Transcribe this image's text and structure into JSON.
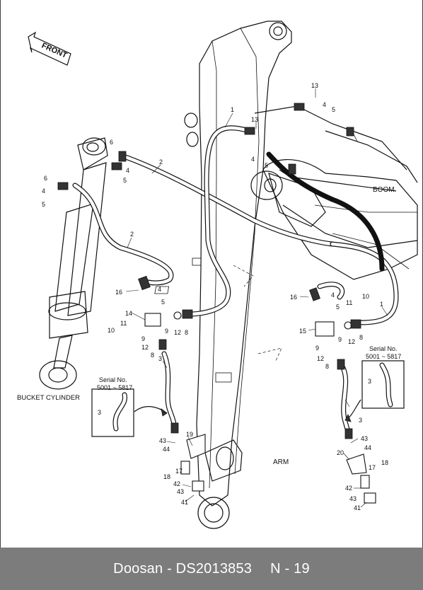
{
  "front_arrow": {
    "label": "FRONT"
  },
  "component_labels": {
    "boom": "BOOM",
    "arm": "ARM",
    "bucket_cylinder": "BUCKET CYLINDER"
  },
  "serial_boxes": [
    {
      "line1": "Serial No.",
      "line2": "5001 ~ 5817",
      "part": "3"
    },
    {
      "line1": "Serial No.",
      "line2": "5001 ~ 5817",
      "part": "3"
    }
  ],
  "part_callouts": [
    {
      "text": "1"
    },
    {
      "text": "1"
    },
    {
      "text": "2"
    },
    {
      "text": "2"
    },
    {
      "text": "3"
    },
    {
      "text": "3"
    },
    {
      "text": "4"
    },
    {
      "text": "4"
    },
    {
      "text": "4"
    },
    {
      "text": "4"
    },
    {
      "text": "4"
    },
    {
      "text": "4"
    },
    {
      "text": "5"
    },
    {
      "text": "5"
    },
    {
      "text": "5"
    },
    {
      "text": "5"
    },
    {
      "text": "5"
    },
    {
      "text": "5"
    },
    {
      "text": "6"
    },
    {
      "text": "6"
    },
    {
      "text": "8"
    },
    {
      "text": "8"
    },
    {
      "text": "8"
    },
    {
      "text": "8"
    },
    {
      "text": "9"
    },
    {
      "text": "9"
    },
    {
      "text": "9"
    },
    {
      "text": "9"
    },
    {
      "text": "10"
    },
    {
      "text": "10"
    },
    {
      "text": "11"
    },
    {
      "text": "11"
    },
    {
      "text": "12"
    },
    {
      "text": "12"
    },
    {
      "text": "12"
    },
    {
      "text": "12"
    },
    {
      "text": "13"
    },
    {
      "text": "13"
    },
    {
      "text": "14"
    },
    {
      "text": "15"
    },
    {
      "text": "16"
    },
    {
      "text": "16"
    },
    {
      "text": "17"
    },
    {
      "text": "17"
    },
    {
      "text": "18"
    },
    {
      "text": "18"
    },
    {
      "text": "19"
    },
    {
      "text": "20"
    },
    {
      "text": "41"
    },
    {
      "text": "41"
    },
    {
      "text": "42"
    },
    {
      "text": "42"
    },
    {
      "text": "43"
    },
    {
      "text": "43"
    },
    {
      "text": "43"
    },
    {
      "text": "43"
    },
    {
      "text": "44"
    },
    {
      "text": "44"
    }
  ],
  "footer": {
    "brand_code": "Doosan - DS2013853",
    "page": "N - 19"
  }
}
